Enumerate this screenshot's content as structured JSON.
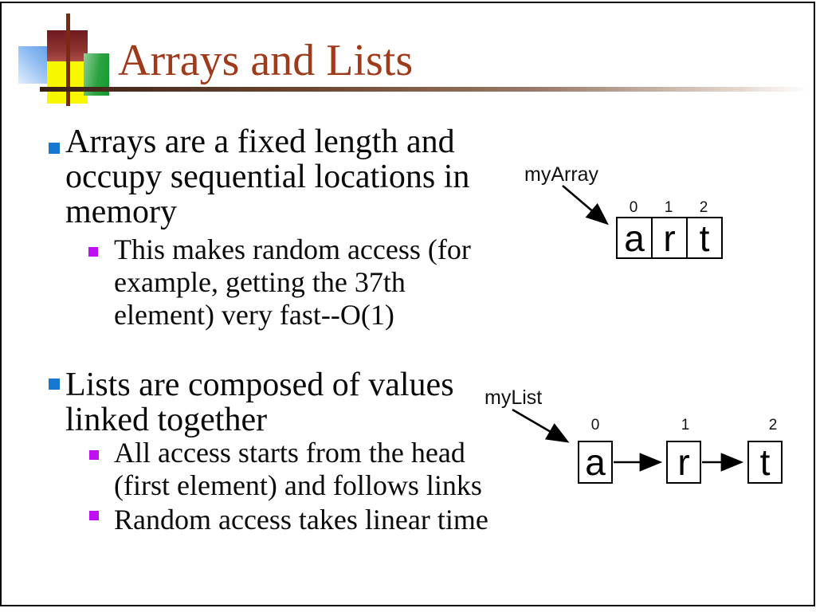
{
  "slide": {
    "title": "Arrays and Lists",
    "colors": {
      "title_text": "#9f3a1b",
      "rule_left": "#3a2014",
      "bullet_level1": "#1778d2",
      "bullet_level2": "#bf10ef",
      "body_text": "#0a0a0a",
      "logo_blue": "#2a80e4",
      "logo_red": "#7b1d24",
      "logo_yellow": "#f7f700",
      "logo_green": "#2aa341",
      "logo_cross_line": "#7b2a12"
    },
    "bullets": [
      {
        "text": "Arrays are a fixed length and\noccupy sequential locations in\nmemory",
        "sub": [
          "This makes random access (for\nexample, getting the 37th\nelement) very fast--O(1)"
        ]
      },
      {
        "text": "Lists are composed of values\nlinked together",
        "sub": [
          "All access starts from the head\n(first element) and follows links",
          "Random access takes linear time"
        ]
      }
    ],
    "diagrams": {
      "array": {
        "label": "myArray",
        "indices": [
          "0",
          "1",
          "2"
        ],
        "cells": [
          "a",
          "r",
          "t"
        ]
      },
      "list": {
        "label": "myList",
        "indices": [
          "0",
          "1",
          "2"
        ],
        "nodes": [
          "a",
          "r",
          "t"
        ]
      }
    }
  }
}
